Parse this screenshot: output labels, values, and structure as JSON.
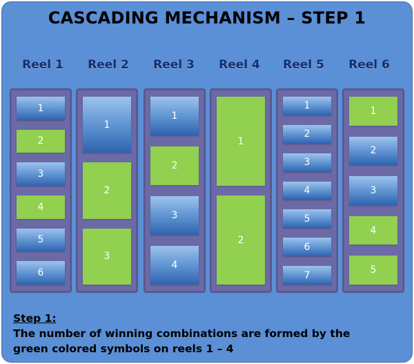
{
  "title": "CASCADING MECHANISM – STEP 1",
  "reels": [
    {
      "label": "Reel 1",
      "symbols": [
        {
          "num": "1",
          "color": "blue"
        },
        {
          "num": "2",
          "color": "green"
        },
        {
          "num": "3",
          "color": "blue"
        },
        {
          "num": "4",
          "color": "green"
        },
        {
          "num": "5",
          "color": "blue"
        },
        {
          "num": "6",
          "color": "blue"
        }
      ]
    },
    {
      "label": "Reel 2",
      "symbols": [
        {
          "num": "1",
          "color": "blue"
        },
        {
          "num": "2",
          "color": "green"
        },
        {
          "num": "3",
          "color": "green"
        }
      ]
    },
    {
      "label": "Reel 3",
      "symbols": [
        {
          "num": "1",
          "color": "blue"
        },
        {
          "num": "2",
          "color": "green"
        },
        {
          "num": "3",
          "color": "blue"
        },
        {
          "num": "4",
          "color": "blue"
        }
      ]
    },
    {
      "label": "Reel 4",
      "symbols": [
        {
          "num": "1",
          "color": "green"
        },
        {
          "num": "2",
          "color": "green"
        }
      ]
    },
    {
      "label": "Reel 5",
      "symbols": [
        {
          "num": "1",
          "color": "blue"
        },
        {
          "num": "2",
          "color": "blue"
        },
        {
          "num": "3",
          "color": "blue"
        },
        {
          "num": "4",
          "color": "blue"
        },
        {
          "num": "5",
          "color": "blue"
        },
        {
          "num": "6",
          "color": "blue"
        },
        {
          "num": "7",
          "color": "blue"
        }
      ]
    },
    {
      "label": "Reel 6",
      "symbols": [
        {
          "num": "1",
          "color": "green"
        },
        {
          "num": "2",
          "color": "blue"
        },
        {
          "num": "3",
          "color": "blue"
        },
        {
          "num": "4",
          "color": "green"
        },
        {
          "num": "5",
          "color": "green"
        }
      ]
    }
  ],
  "caption": {
    "step": "Step 1:",
    "line1": "The number of winning combinations are formed by the",
    "line2": "green colored symbols on reels 1 – 4"
  },
  "colors": {
    "background": "#5b8fd6",
    "column": "#6c6aa6",
    "green_symbol": "#92d050",
    "blue_symbol": "#4f86cc",
    "reel_label": "#14306a"
  }
}
